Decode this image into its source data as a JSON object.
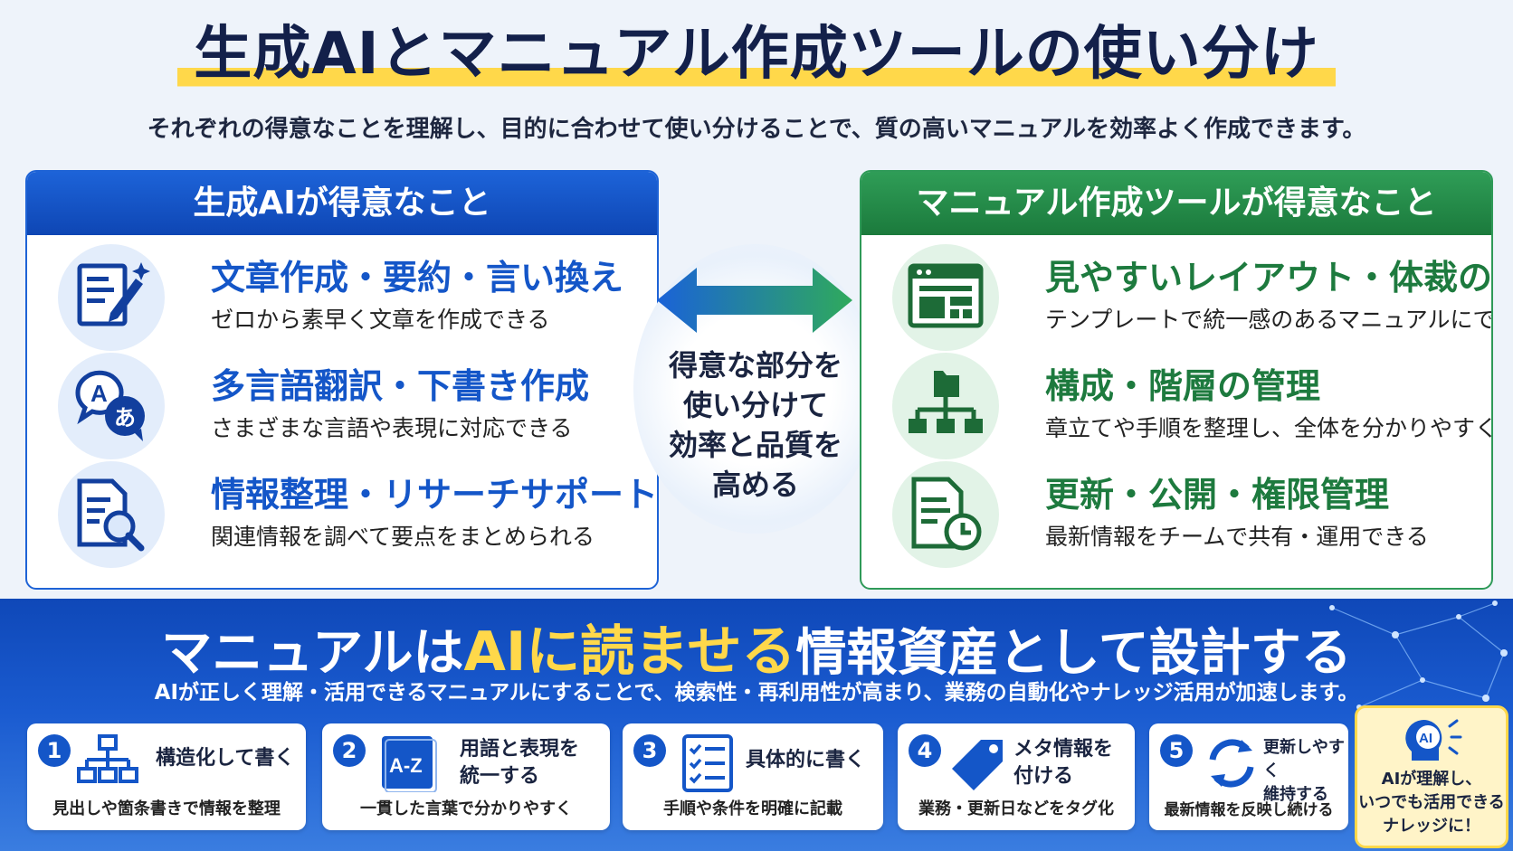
{
  "title": "生成AIとマニュアル作成ツールの使い分け",
  "subtitle": "それぞれの得意なことを理解し、目的に合わせて使い分けることで、質の高いマニュアルを効率よく作成できます。",
  "left_panel": {
    "heading": "生成AIが得意なこと",
    "items": [
      {
        "icon": "edit-document-icon",
        "title": "文章作成・要約・言い換え",
        "desc": "ゼロから素早く文章を作成できる"
      },
      {
        "icon": "translate-icon",
        "title": "多言語翻訳・下書き作成",
        "desc": "さまざまな言語や表現に対応できる"
      },
      {
        "icon": "document-search-icon",
        "title": "情報整理・リサーチサポート",
        "desc": "関連情報を調べて要点をまとめられる"
      }
    ]
  },
  "right_panel": {
    "heading": "マニュアル作成ツールが得意なこと",
    "items": [
      {
        "icon": "layout-window-icon",
        "title": "見やすいレイアウト・体裁の整備",
        "desc": "テンプレートで統一感のあるマニュアルにできる"
      },
      {
        "icon": "hierarchy-icon",
        "title": "構成・階層の管理",
        "desc": "章立てや手順を整理し、全体を分かりやすく保てる"
      },
      {
        "icon": "document-clock-icon",
        "title": "更新・公開・権限管理",
        "desc": "最新情報をチームで共有・運用できる"
      }
    ]
  },
  "center": {
    "lines": [
      "得意な部分を",
      "使い分けて",
      "効率と品質を",
      "高める"
    ]
  },
  "band": {
    "title_pre": "マニュアルは",
    "title_hl": "AIに読ませる",
    "title_post": "情報資産として設計する",
    "subtitle": "AIが正しく理解・活用できるマニュアルにすることで、検索性・再利用性が高まり、業務の自動化やナレッジ活用が加速します。"
  },
  "cards": [
    {
      "num": "1",
      "icon": "structure-icon",
      "title": "構造化して書く",
      "desc": "見出しや箇条書きで情報を整理"
    },
    {
      "num": "2",
      "icon": "a-z-icon",
      "title_l1": "用語と表現を",
      "title_l2": "統一する",
      "icon_text": "A-Z",
      "desc": "一貫した言葉で分かりやすく"
    },
    {
      "num": "3",
      "icon": "checklist-icon",
      "title": "具体的に書く",
      "desc": "手順や条件を明確に記載"
    },
    {
      "num": "4",
      "icon": "tag-icon",
      "title_l1": "メタ情報を",
      "title_l2": "付ける",
      "desc": "業務・更新日などをタグ化"
    },
    {
      "num": "5",
      "icon": "refresh-icon",
      "title_l1": "更新しやすく",
      "title_l2": "維持する",
      "desc": "最新情報を反映し続ける"
    }
  ],
  "badge": {
    "icon": "ai-head-icon",
    "icon_text": "AI",
    "lines": [
      "AIが理解し、",
      "いつでも活用できる",
      "ナレッジに！"
    ]
  },
  "colors": {
    "ai_blue": "#1456c8",
    "tool_green": "#1d7a3e",
    "highlight_yellow": "#ffd84a",
    "band_blue": "#0f48b8"
  }
}
